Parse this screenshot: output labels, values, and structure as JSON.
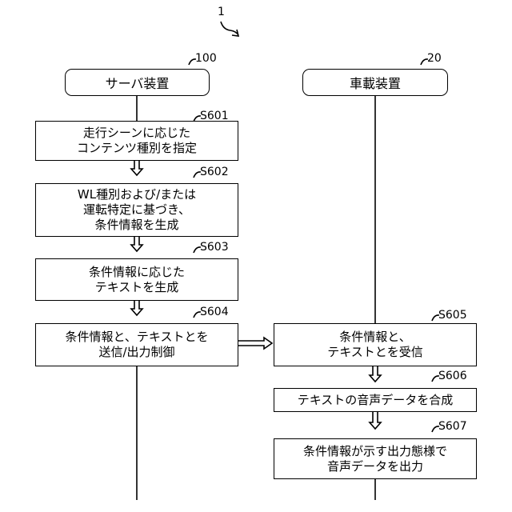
{
  "figure_number": "1",
  "server": {
    "ref": "100",
    "title": "サーバ装置"
  },
  "vehicle": {
    "ref": "20",
    "title": "車載装置"
  },
  "steps": {
    "s601": {
      "id": "S601",
      "text": "走行シーンに応じた\nコンテンツ種別を指定"
    },
    "s602": {
      "id": "S602",
      "text": "WL種別および/または\n運転特定に基づき、\n条件情報を生成"
    },
    "s603": {
      "id": "S603",
      "text": "条件情報に応じた\nテキストを生成"
    },
    "s604": {
      "id": "S604",
      "text": "条件情報と、テキストとを\n送信/出力制御"
    },
    "s605": {
      "id": "S605",
      "text": "条件情報と、\nテキストとを受信"
    },
    "s606": {
      "id": "S606",
      "text": "テキストの音声データを合成"
    },
    "s607": {
      "id": "S607",
      "text": "条件情報が示す出力態様で\n音声データを出力"
    }
  }
}
